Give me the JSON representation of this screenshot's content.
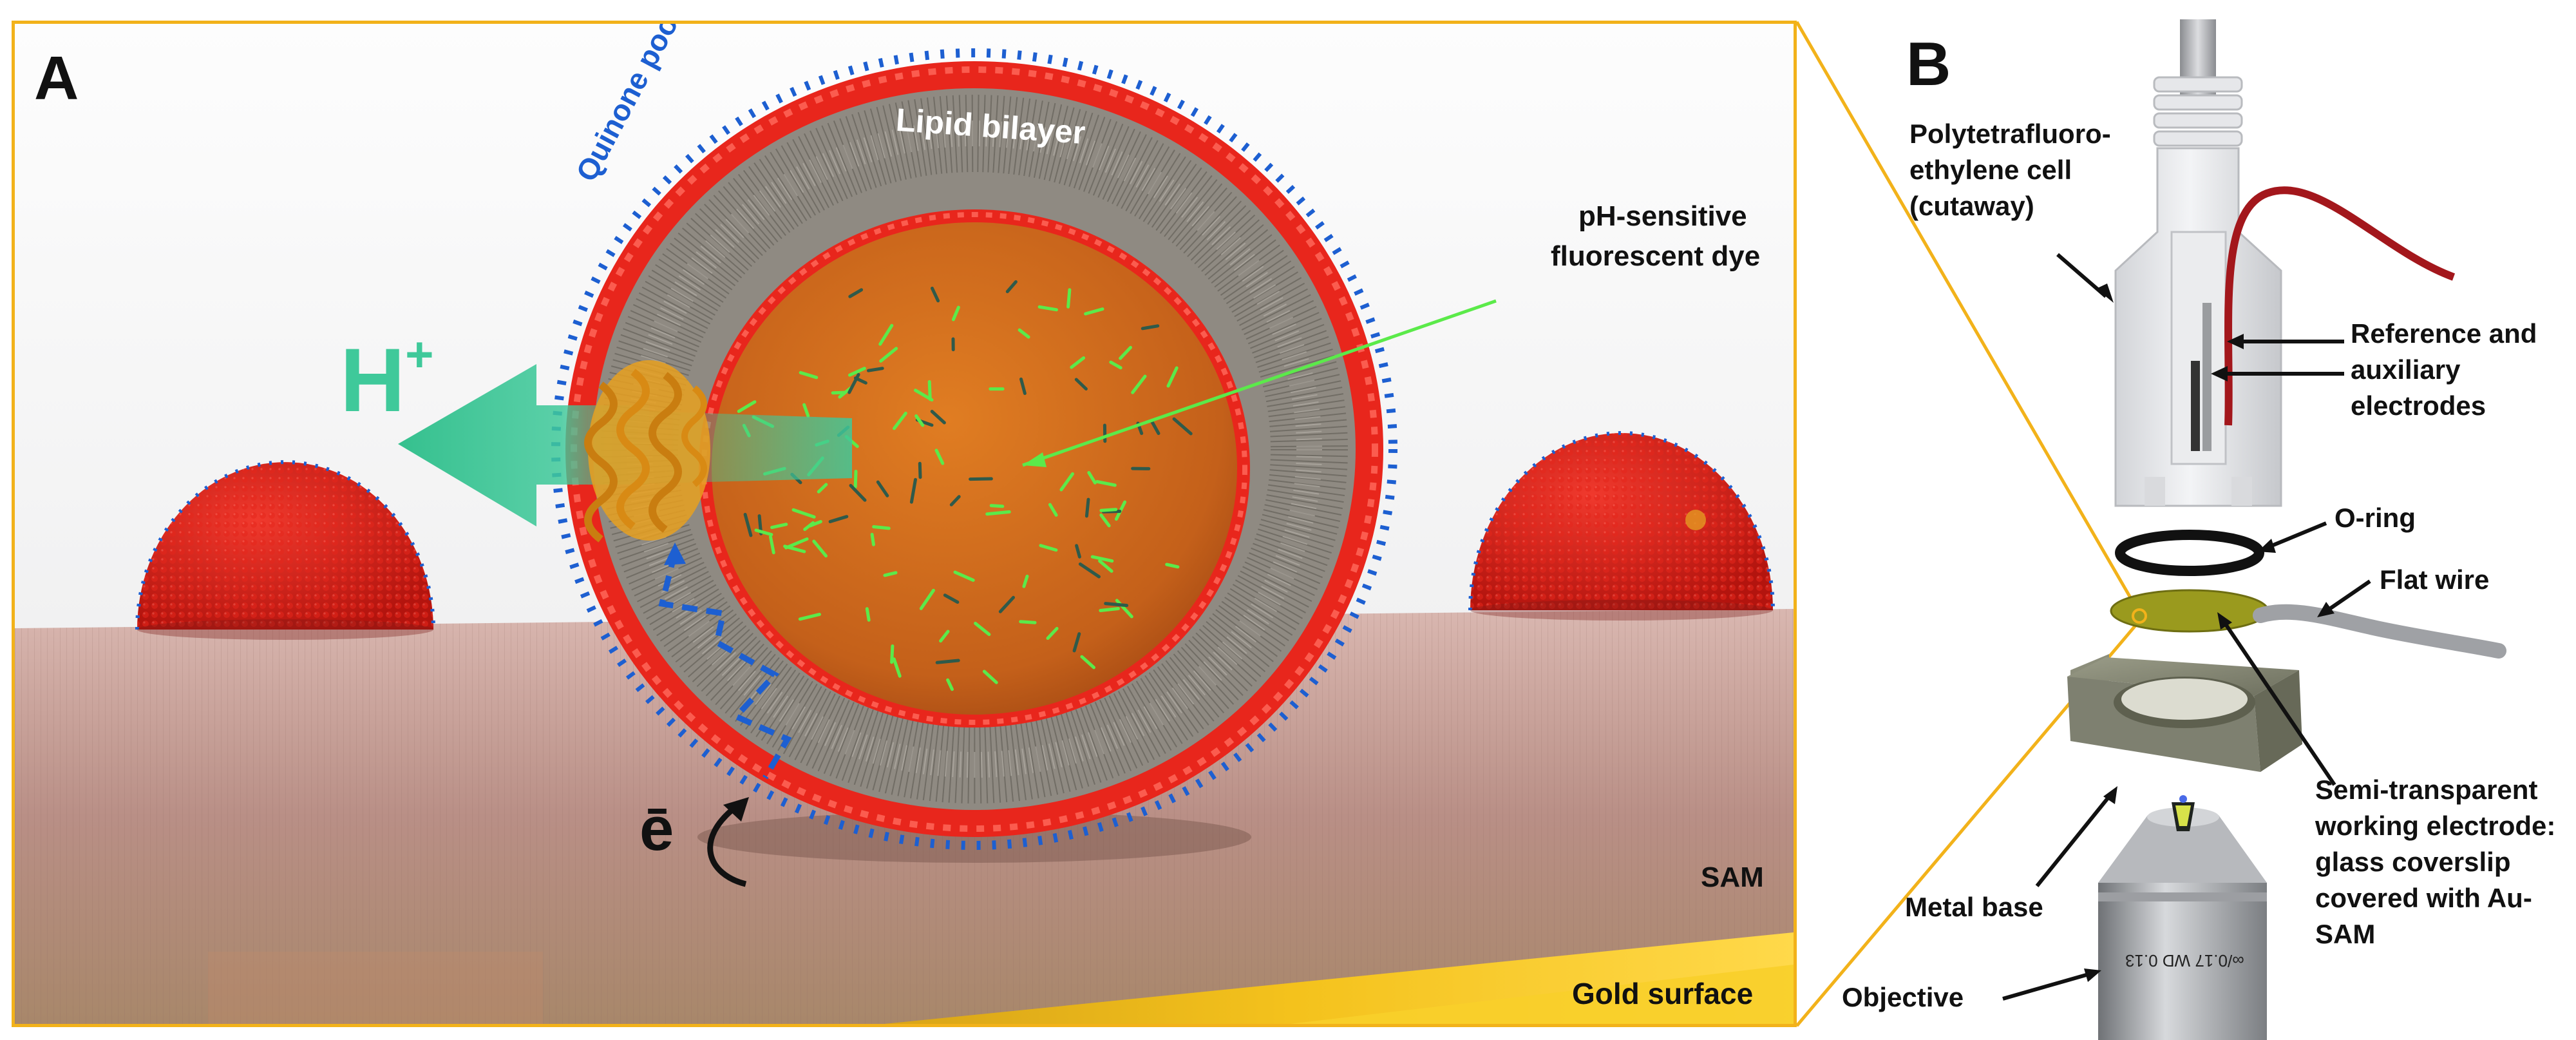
{
  "panel_a": {
    "letter": "A",
    "quinone_pool": "Quinone pool",
    "lipid_bilayer": "Lipid bilayer",
    "dye_line1": "pH-sensitive",
    "dye_line2": "fluorescent dye",
    "proton": "H",
    "proton_sup": "+",
    "electron": "ē",
    "sam": "SAM",
    "gold_surface": "Gold surface"
  },
  "panel_b": {
    "letter": "B",
    "ptfe_line1": "Polytetrafluoro-",
    "ptfe_line2": "ethylene cell",
    "ptfe_line3": "(cutaway)",
    "ref_line1": "Reference and",
    "ref_line2": "auxiliary",
    "ref_line3": "electrodes",
    "oring": "O-ring",
    "flat_wire": "Flat wire",
    "we_line1": "Semi-transparent",
    "we_line2": "working electrode:",
    "we_line3": "glass coverslip",
    "we_line4": "covered with Au-",
    "we_line5": "SAM",
    "metal_base": "Metal base",
    "objective": "Objective",
    "objective_engraving": "∞/0.17 WD 0.13"
  },
  "colors": {
    "frame": "#f2b21a",
    "headgroup": "#e8261c",
    "tails": "#8f8a82",
    "lumen": "#d2701c",
    "dye": "#5bea4a",
    "quinone": "#1d5fd1",
    "proton_arrow": "#3fc99a",
    "gold": "#f4c21c",
    "sam": "#b9867c"
  }
}
